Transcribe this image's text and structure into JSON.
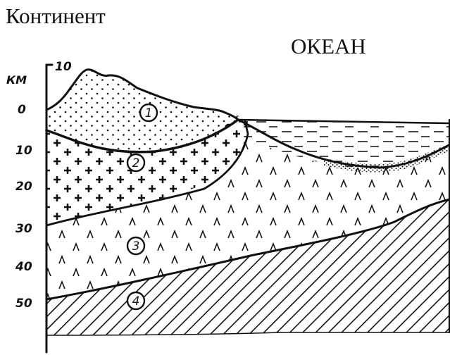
{
  "titles": {
    "continent": "Континент",
    "ocean": "ОКЕАН"
  },
  "depth_axis": {
    "unit": "КМ",
    "top_tick": "10",
    "ticks": [
      "0",
      "10",
      "20",
      "30",
      "40",
      "50"
    ]
  },
  "layers": [
    {
      "number": "1"
    },
    {
      "number": "2"
    },
    {
      "number": "3"
    },
    {
      "number": "4"
    }
  ],
  "colors": {
    "ink": "#111111",
    "background": "#ffffff"
  }
}
